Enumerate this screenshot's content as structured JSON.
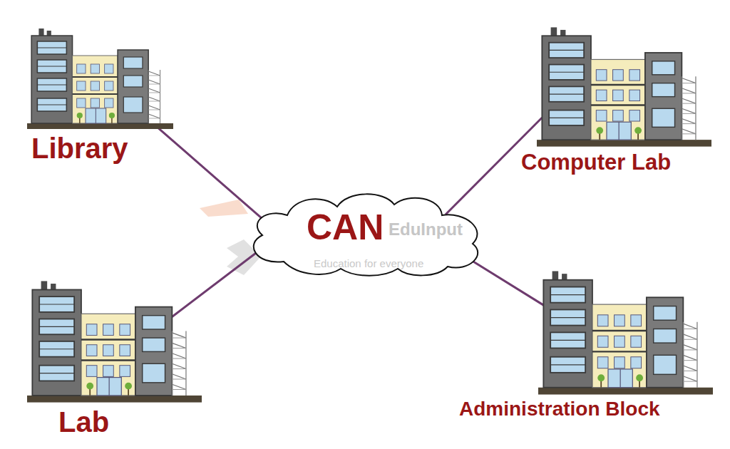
{
  "diagram": {
    "nodes": [
      {
        "text": [
          "Library"
        ]
      },
      {
        "text": [
          "Computer Lab"
        ]
      },
      {
        "text": [
          "CAN"
        ]
      },
      {
        "text": [
          "Lab"
        ]
      },
      {
        "text": [
          "Administration Block"
        ]
      }
    ],
    "edges": [
      {
        "from": 0,
        "to": 2,
        "arrow": "none"
      },
      {
        "from": 1,
        "to": 2,
        "arrow": "none"
      },
      {
        "from": 3,
        "to": 2,
        "arrow": "none"
      },
      {
        "from": 4,
        "to": 2,
        "arrow": "none"
      }
    ],
    "labels": [
      "EduInput",
      "Education for everyone"
    ]
  }
}
